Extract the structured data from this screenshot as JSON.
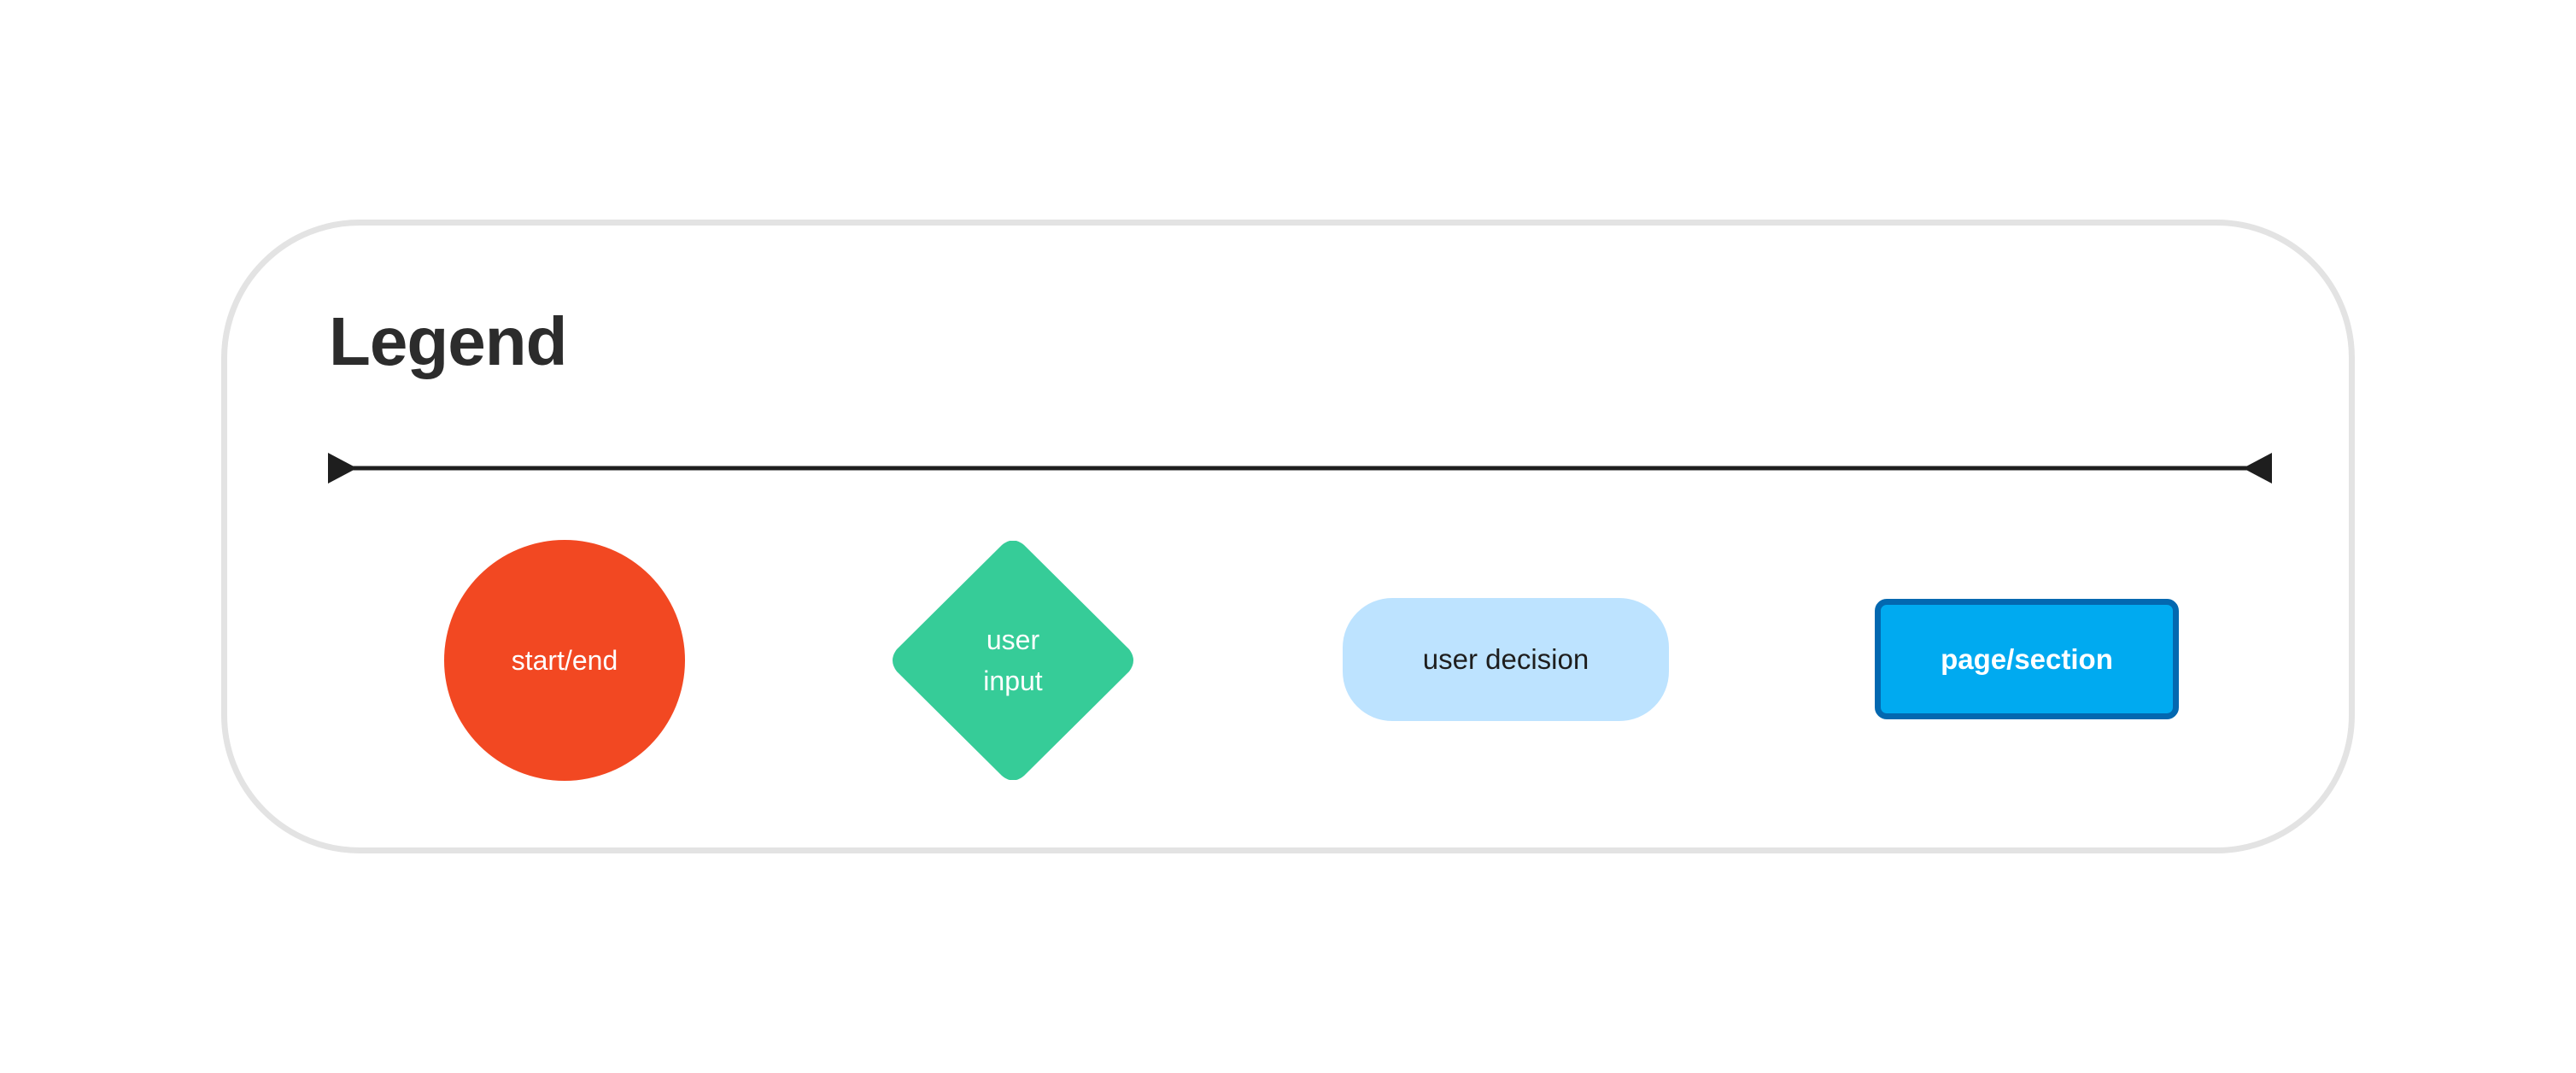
{
  "legend": {
    "title": "Legend",
    "connector": {
      "description_color": "#1e1e1e"
    },
    "items": [
      {
        "shape": "circle",
        "label": "start/end",
        "fill": "#f24822",
        "text_color": "#ffffff"
      },
      {
        "shape": "diamond",
        "label_lines": [
          "user",
          "input"
        ],
        "fill": "#36cc98",
        "text_color": "#ffffff"
      },
      {
        "shape": "rounded-rectangle",
        "label": "user decision",
        "fill": "#bde3ff",
        "text_color": "#1e1e1e"
      },
      {
        "shape": "rectangle",
        "label": "page/section",
        "fill": "#00aaf0",
        "border": "#0368b0",
        "text_color": "#ffffff"
      }
    ]
  }
}
